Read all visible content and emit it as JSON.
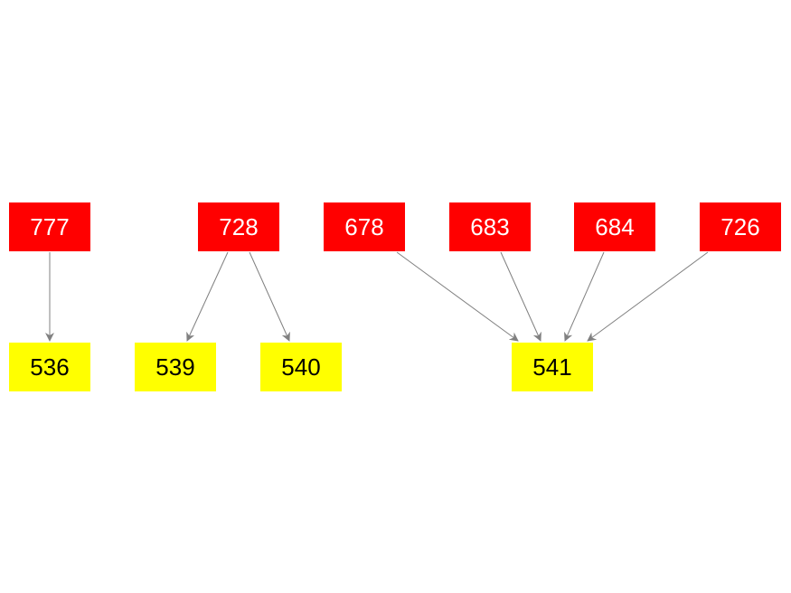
{
  "colors": {
    "source_fill": "#ff0000",
    "source_text": "#ffffff",
    "target_fill": "#ffff00",
    "target_text": "#000000",
    "edge": "#808080",
    "background": "#ffffff"
  },
  "nodes": {
    "n777": {
      "label": "777",
      "kind": "source"
    },
    "n728": {
      "label": "728",
      "kind": "source"
    },
    "n678": {
      "label": "678",
      "kind": "source"
    },
    "n683": {
      "label": "683",
      "kind": "source"
    },
    "n684": {
      "label": "684",
      "kind": "source"
    },
    "n726": {
      "label": "726",
      "kind": "source"
    },
    "n536": {
      "label": "536",
      "kind": "target"
    },
    "n539": {
      "label": "539",
      "kind": "target"
    },
    "n540": {
      "label": "540",
      "kind": "target"
    },
    "n541": {
      "label": "541",
      "kind": "target"
    }
  },
  "edges": [
    {
      "from": "777",
      "to": "536"
    },
    {
      "from": "728",
      "to": "539"
    },
    {
      "from": "728",
      "to": "540"
    },
    {
      "from": "678",
      "to": "541"
    },
    {
      "from": "683",
      "to": "541"
    },
    {
      "from": "684",
      "to": "541"
    },
    {
      "from": "726",
      "to": "541"
    }
  ]
}
